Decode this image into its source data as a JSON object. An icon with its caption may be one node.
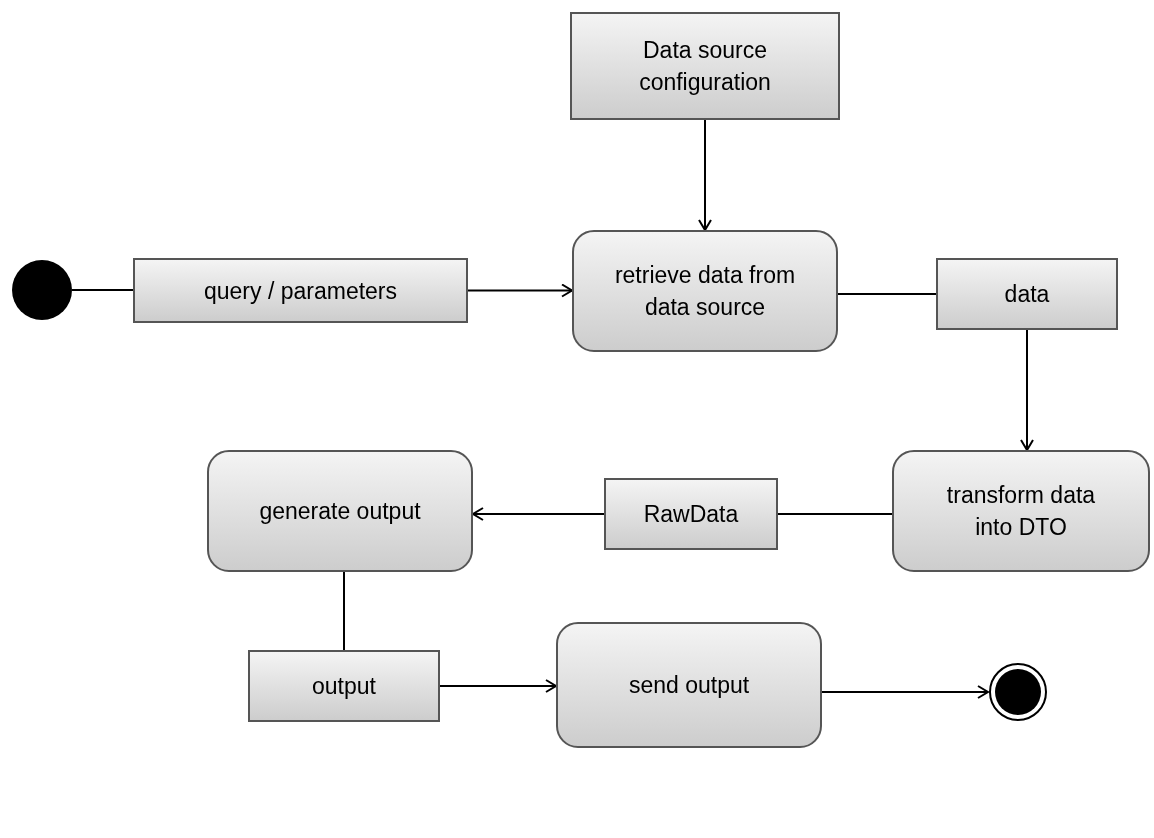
{
  "diagram": {
    "nodes": [
      {
        "text": [],
        "shape": "circle"
      },
      {
        "text": [
          "Data source configuration"
        ]
      },
      {
        "text": [
          "query / parameters"
        ]
      },
      {
        "text": [
          "retrieve data from data source"
        ]
      },
      {
        "text": [
          "data"
        ]
      },
      {
        "text": [
          "transform data into DTO"
        ]
      },
      {
        "text": [
          "RawData"
        ]
      },
      {
        "text": [
          "generate output"
        ]
      },
      {
        "text": [
          "output"
        ]
      },
      {
        "text": [
          "send output"
        ]
      },
      {
        "text": [],
        "shape": "circle"
      }
    ],
    "edges": [
      {
        "from": 0,
        "to": 2,
        "arrow": "none"
      },
      {
        "from": 1,
        "to": 3,
        "arrow": "to"
      },
      {
        "from": 2,
        "to": 3,
        "arrow": "to"
      },
      {
        "from": 3,
        "to": 4,
        "arrow": "none"
      },
      {
        "from": 4,
        "to": 5,
        "arrow": "to"
      },
      {
        "from": 5,
        "to": 6,
        "arrow": "none"
      },
      {
        "from": 6,
        "to": 7,
        "arrow": "to"
      },
      {
        "from": 7,
        "to": 8,
        "arrow": "none"
      },
      {
        "from": 8,
        "to": 9,
        "arrow": "to"
      },
      {
        "from": 9,
        "to": 10,
        "arrow": "to"
      }
    ]
  }
}
